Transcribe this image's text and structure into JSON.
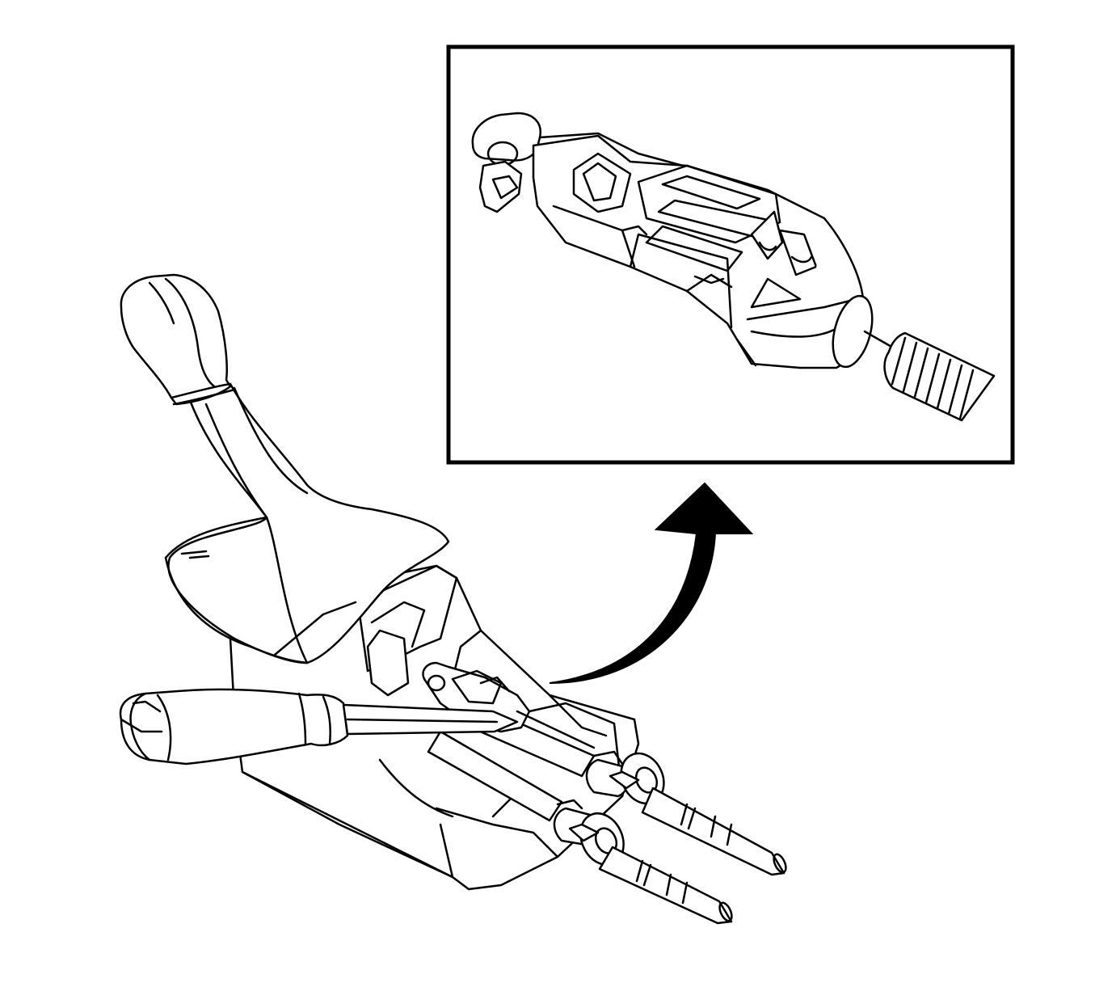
{
  "figure": {
    "kind": "line-art service illustration",
    "colors": {
      "line": "#000000",
      "background": "#ffffff"
    },
    "parts": [
      "shifter-knob",
      "shift-boot",
      "shifter-base-housing",
      "screwdriver",
      "cable-end-retainer-clip",
      "shift-cable",
      "select-cable",
      "cable-grommet",
      "curved-arrow-icon",
      "detail-inset",
      "cable-end-connector",
      "cable-conduit"
    ],
    "text_labels": []
  }
}
